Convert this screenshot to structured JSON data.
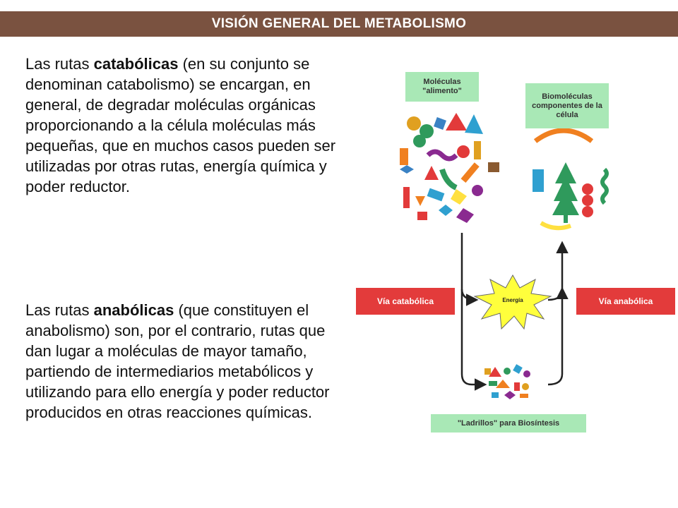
{
  "header": {
    "title": "VISIÓN GENERAL DEL METABOLISMO"
  },
  "text": {
    "p1": {
      "pre": "Las rutas ",
      "bold": "catabólicas",
      "post": " (en su conjunto se denominan catabolismo) se encargan, en general, de degradar moléculas orgánicas proporcionando a la célula moléculas más pequeñas, que en muchos casos pueden ser utilizadas por otras rutas, energía química y poder reductor."
    },
    "p2": {
      "pre": "Las rutas ",
      "bold": "anabólicas",
      "post": " (que constituyen el anabolismo) son, por el contrario, rutas que dan lugar a moléculas de mayor tamaño, partiendo de intermediarios metabólicos y utilizando para ello energía y poder reductor producidos en otras reacciones químicas."
    }
  },
  "diagram": {
    "food_label_1": "Moléculas",
    "food_label_2": "\"alimento\"",
    "bio_label_1": "Biomoléculas",
    "bio_label_2": "componentes de la",
    "bio_label_3": "célula",
    "catabolic_label": "Vía catabólica",
    "anabolic_label": "Vía anabólica",
    "energy_label": "Energía",
    "bricks_label": "\"Ladrillos\" para Biosíntesis",
    "colors": {
      "green_box": "#a9e8b6",
      "red_box": "#e33b3b",
      "star": "#ffff3c",
      "arrow": "#222222"
    }
  }
}
